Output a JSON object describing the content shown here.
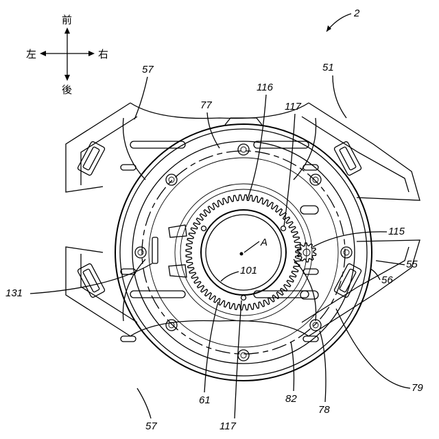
{
  "figure_number": "2",
  "directions": {
    "front": "前",
    "rear": "後",
    "left": "左",
    "right": "右"
  },
  "labels": {
    "l57_top": "57",
    "l51": "51",
    "l116": "116",
    "l77": "77",
    "l117_top": "117",
    "l115": "115",
    "l55": "55",
    "l56": "56",
    "lA": "A",
    "l101": "101",
    "l131": "131",
    "l61": "61",
    "l117_bottom": "117",
    "l82": "82",
    "l78": "78",
    "l79": "79",
    "l57_bottom": "57"
  }
}
